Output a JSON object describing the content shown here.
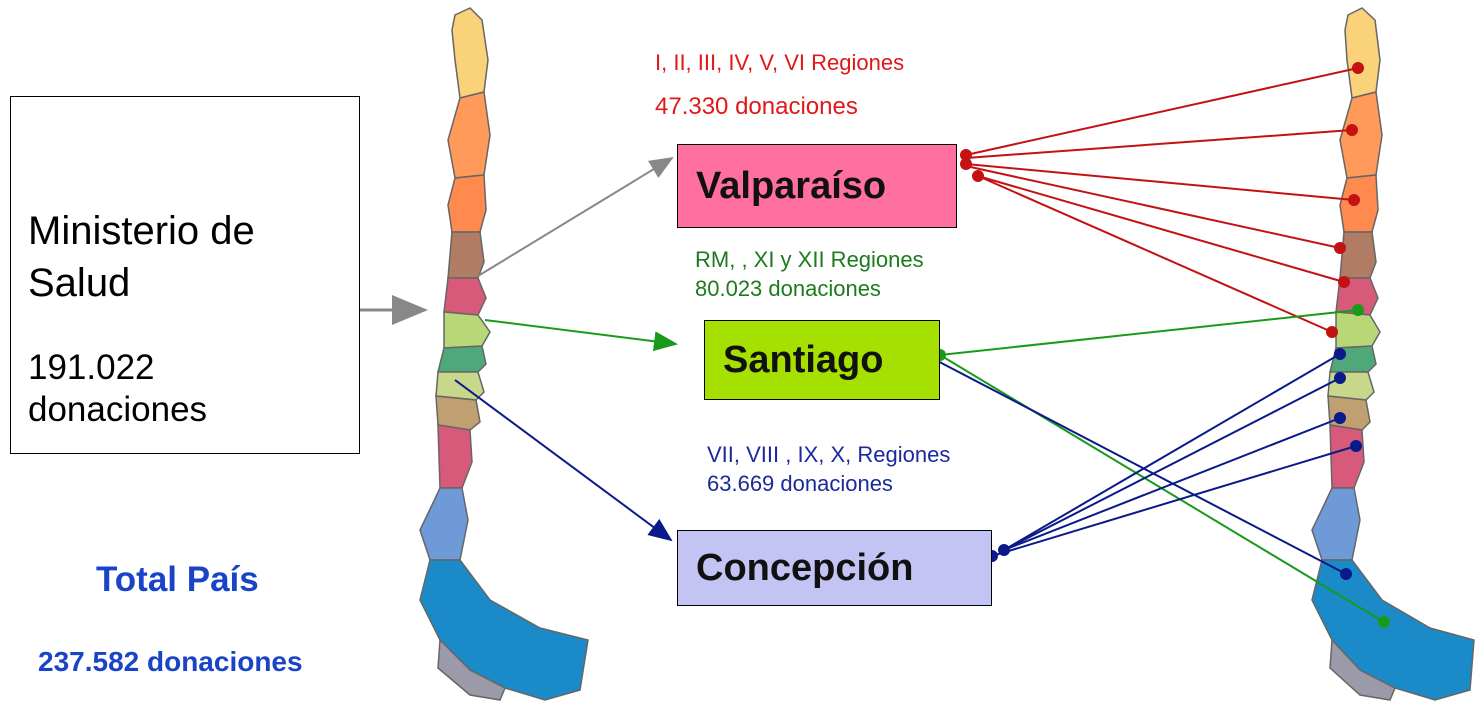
{
  "ministry": {
    "line1": "Ministerio de",
    "line2": "Salud",
    "count_line1": "191.022",
    "count_line2": "donaciones"
  },
  "total": {
    "label": "Total País",
    "count": "237.582 donaciones"
  },
  "centers": {
    "valparaiso": {
      "name": "Valparaíso",
      "regions": "I, II, III, IV, V, VI  Regiones",
      "donations": "47.330 donaciones"
    },
    "santiago": {
      "name": "Santiago",
      "regions": "RM, , XI y XII Regiones",
      "donations": "80.023 donaciones"
    },
    "concepcion": {
      "name": "Concepción",
      "regions": "VII, VIII , IX, X, Regiones",
      "donations": "63.669 donaciones"
    }
  },
  "colors": {
    "valparaiso_line": "#c41212",
    "santiago_line": "#1a9a1a",
    "concepcion_line": "#0a1a8a",
    "ministry_line": "#888888",
    "valparaiso_box": "#ff6fa0",
    "santiago_box": "#a6e000",
    "concepcion_box": "#c4c4f4",
    "total_text": "#1a44c8"
  }
}
